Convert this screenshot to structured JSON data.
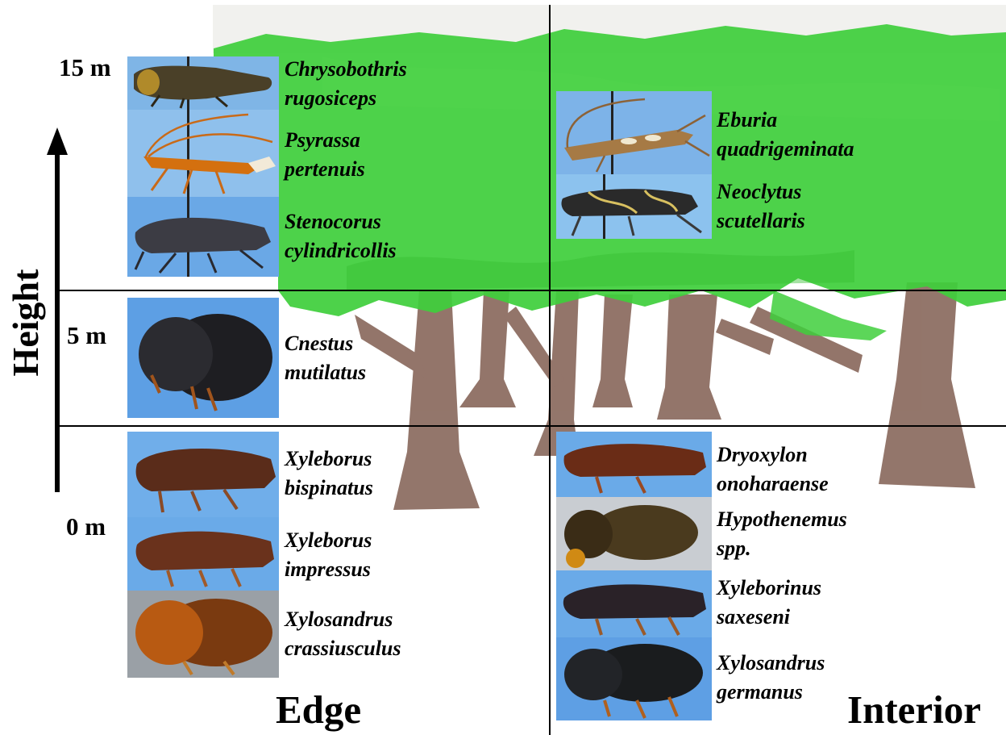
{
  "axis": {
    "title": "Height",
    "ticks": [
      "15 m",
      "5 m",
      "0 m"
    ]
  },
  "zones": {
    "edge": "Edge",
    "interior": "Interior"
  },
  "species": {
    "chrysobothris": {
      "genus": "Chrysobothris",
      "epithet": "rugosiceps"
    },
    "psyrassa": {
      "genus": "Psyrassa",
      "epithet": "pertenuis"
    },
    "stenocorus": {
      "genus": "Stenocorus",
      "epithet": "cylindricollis"
    },
    "eburia": {
      "genus": "Eburia",
      "epithet": "quadrigeminata"
    },
    "neoclytus": {
      "genus": "Neoclytus",
      "epithet": "scutellaris"
    },
    "cnestus": {
      "genus": "Cnestus",
      "epithet": "mutilatus"
    },
    "xyleborus_bispinatus": {
      "genus": "Xyleborus",
      "epithet": "bispinatus"
    },
    "xyleborus_impressus": {
      "genus": "Xyleborus",
      "epithet": "impressus"
    },
    "xylosandrus_crassiusculus": {
      "genus": "Xylosandrus",
      "epithet": "crassiusculus"
    },
    "dryoxylon": {
      "genus": "Dryoxylon",
      "epithet": "onoharaense"
    },
    "hypothenemus": {
      "genus": "Hypothenemus",
      "epithet": "spp."
    },
    "xyleborinus": {
      "genus": "Xyleborinus",
      "epithet": "saxeseni"
    },
    "xylosandrus_germanus": {
      "genus": "Xylosandrus",
      "epithet": "germanus"
    }
  },
  "colors": {
    "canopy": "#3fcf3c",
    "trunk": "#8a6a5e",
    "photo_background": "#4f9ee8",
    "guide_lines": "#000000"
  }
}
